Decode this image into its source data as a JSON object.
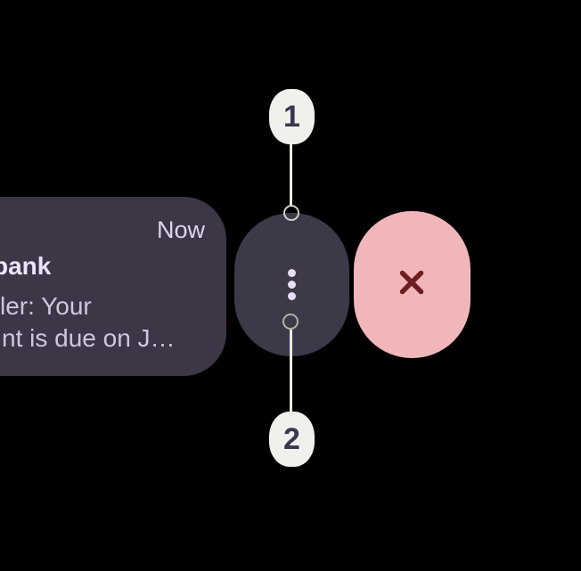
{
  "theme": {
    "background": "#000000",
    "card-bg": "#3c3646",
    "card-title": "#ebe3f7",
    "card-body": "#cfc7dc",
    "card-timestamp": "#ddd6e9",
    "menu-bg": "#3e3949",
    "menu-dot": "#e7def5",
    "dismiss-bg": "#f1b6b9",
    "dismiss-x": "#6e1e22",
    "callout-bg": "#f2f0ed",
    "callout-text": "#3c3650",
    "leader-line": "#ece9de",
    "ring-top": "#cfcec0",
    "ring-bottom": "#b2b19e"
  },
  "notification": {
    "timestamp": "Now",
    "title": "bank",
    "body_line1": "ler: Your",
    "body_line2": "nt is due on J…"
  },
  "actions": {
    "menu_icon": "vertical-ellipsis-icon",
    "dismiss_icon": "close-icon"
  },
  "callouts": [
    {
      "label": "1"
    },
    {
      "label": "2"
    }
  ]
}
